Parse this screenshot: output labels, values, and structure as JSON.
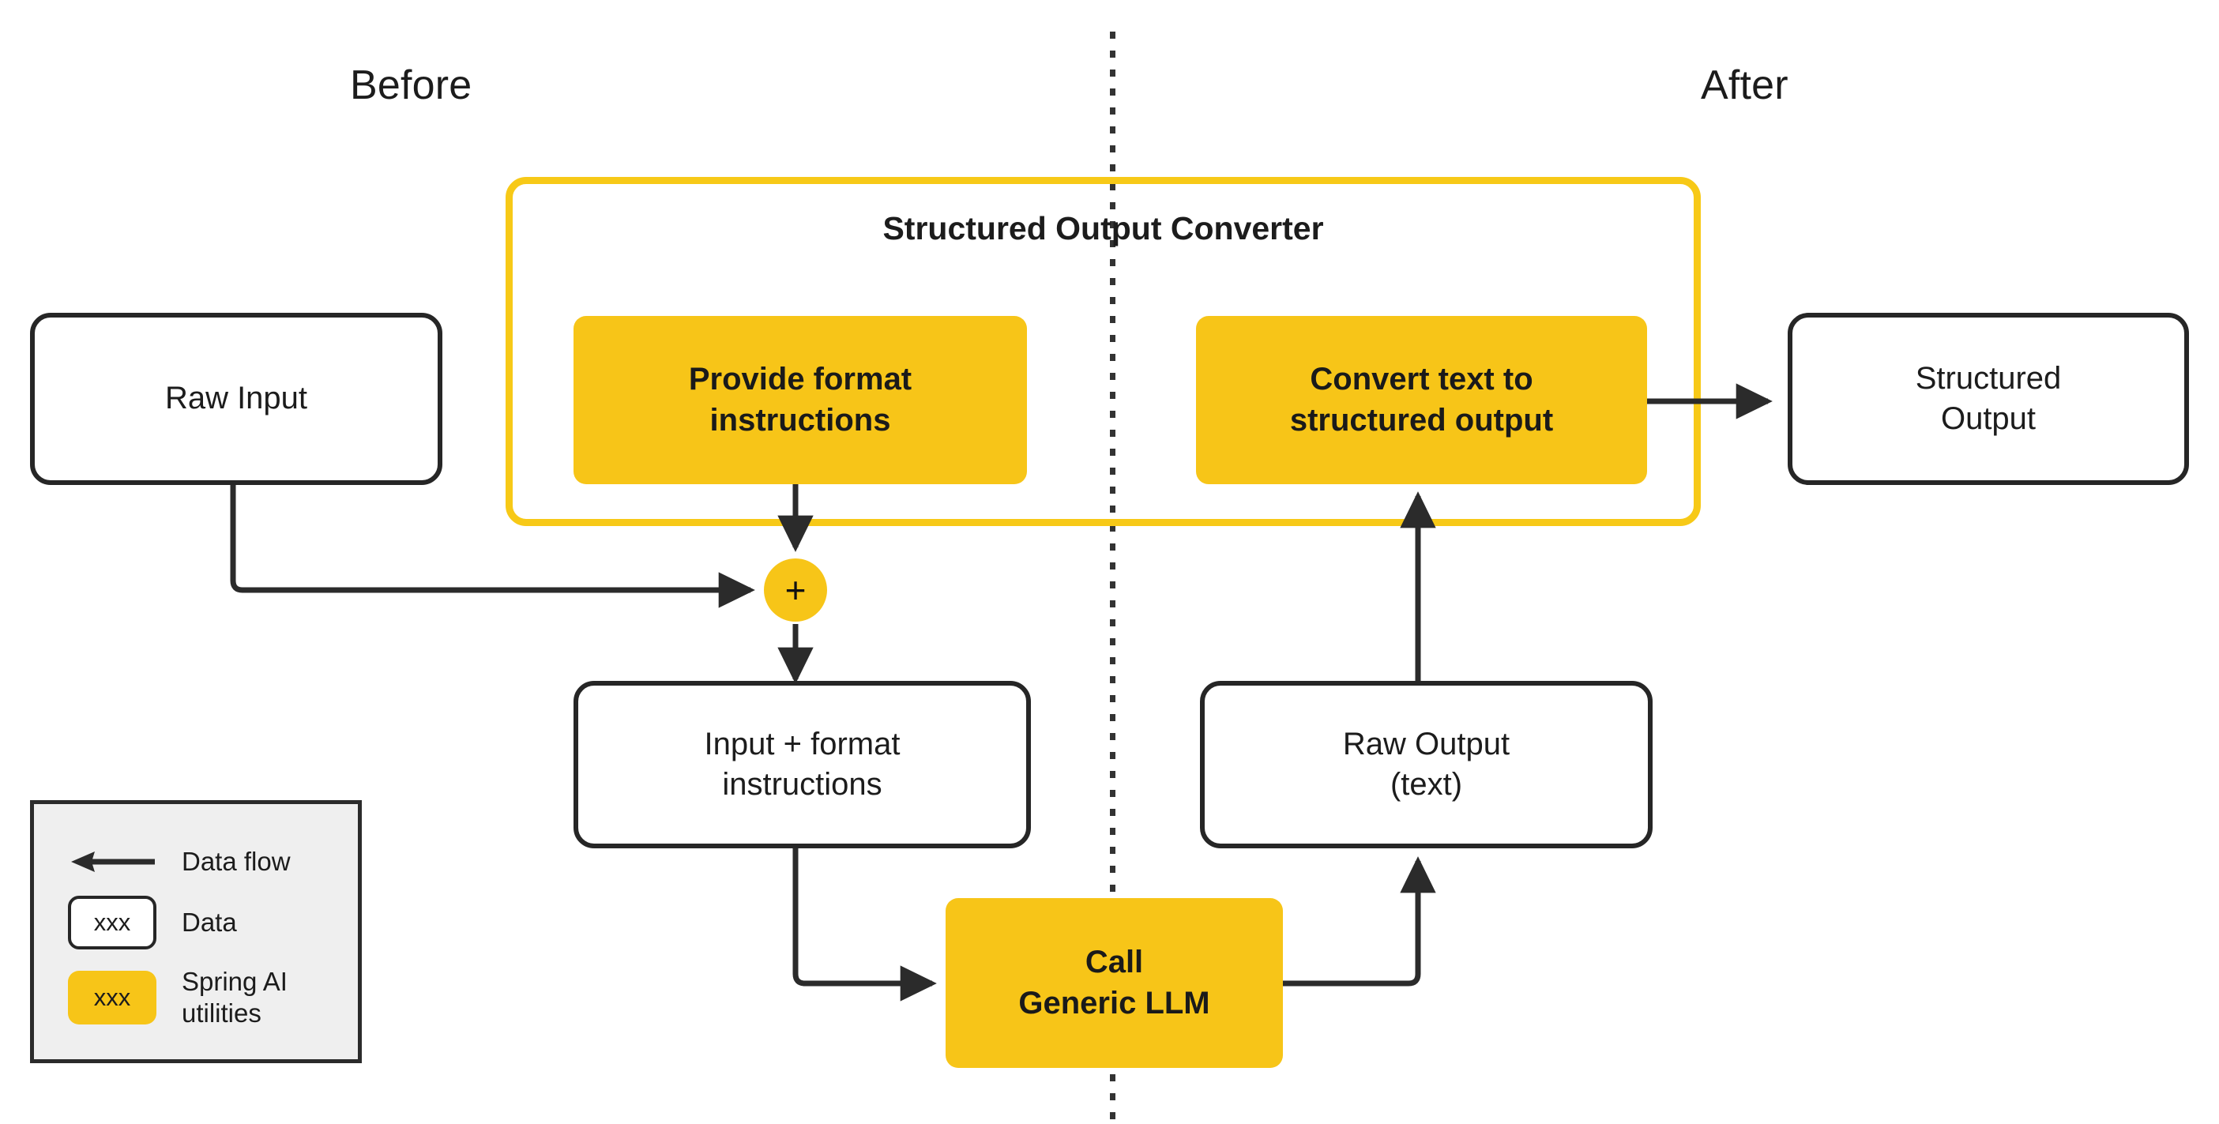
{
  "diagram": {
    "title_left": "Before",
    "title_right": "After",
    "divider": "vertical-dotted-separator"
  },
  "converter": {
    "title": "Structured Output Converter",
    "accent_color": "#F7C518",
    "steps": [
      {
        "id": "provide-format-instructions",
        "label_line1": "Provide format",
        "label_line2": "instructions"
      },
      {
        "id": "convert-text-to-structured-output",
        "label_line1": "Convert text to",
        "label_line2": "structured  output"
      }
    ]
  },
  "nodes": {
    "raw_input": {
      "label": "Raw Input",
      "kind": "data"
    },
    "structured_output": {
      "label_line1": "Structured",
      "label_line2": "Output",
      "kind": "data"
    },
    "input_plus_format": {
      "label_line1": "Input + format",
      "label_line2": "instructions",
      "kind": "data"
    },
    "raw_output": {
      "label_line1": "Raw Output",
      "label_line2": "(text)",
      "kind": "data"
    },
    "call_llm": {
      "label_line1": "Call",
      "label_line2": "Generic LLM",
      "kind": "utility"
    },
    "merge": {
      "label": "+",
      "kind": "junction"
    }
  },
  "legend": {
    "rows": [
      {
        "icon": "arrow-left-icon",
        "label": "Data flow"
      },
      {
        "swatch": "xxx",
        "label": "Data",
        "kind": "data"
      },
      {
        "swatch": "xxx",
        "label_line1": "Spring AI",
        "label_line2": "utilities",
        "kind": "utility"
      }
    ]
  },
  "colors": {
    "accent_yellow": "#F7C518",
    "container_border": "#F7C917",
    "stroke_dark": "#2b2b2b",
    "legend_bg": "#efefef",
    "node_text": "#1c1c1c"
  }
}
